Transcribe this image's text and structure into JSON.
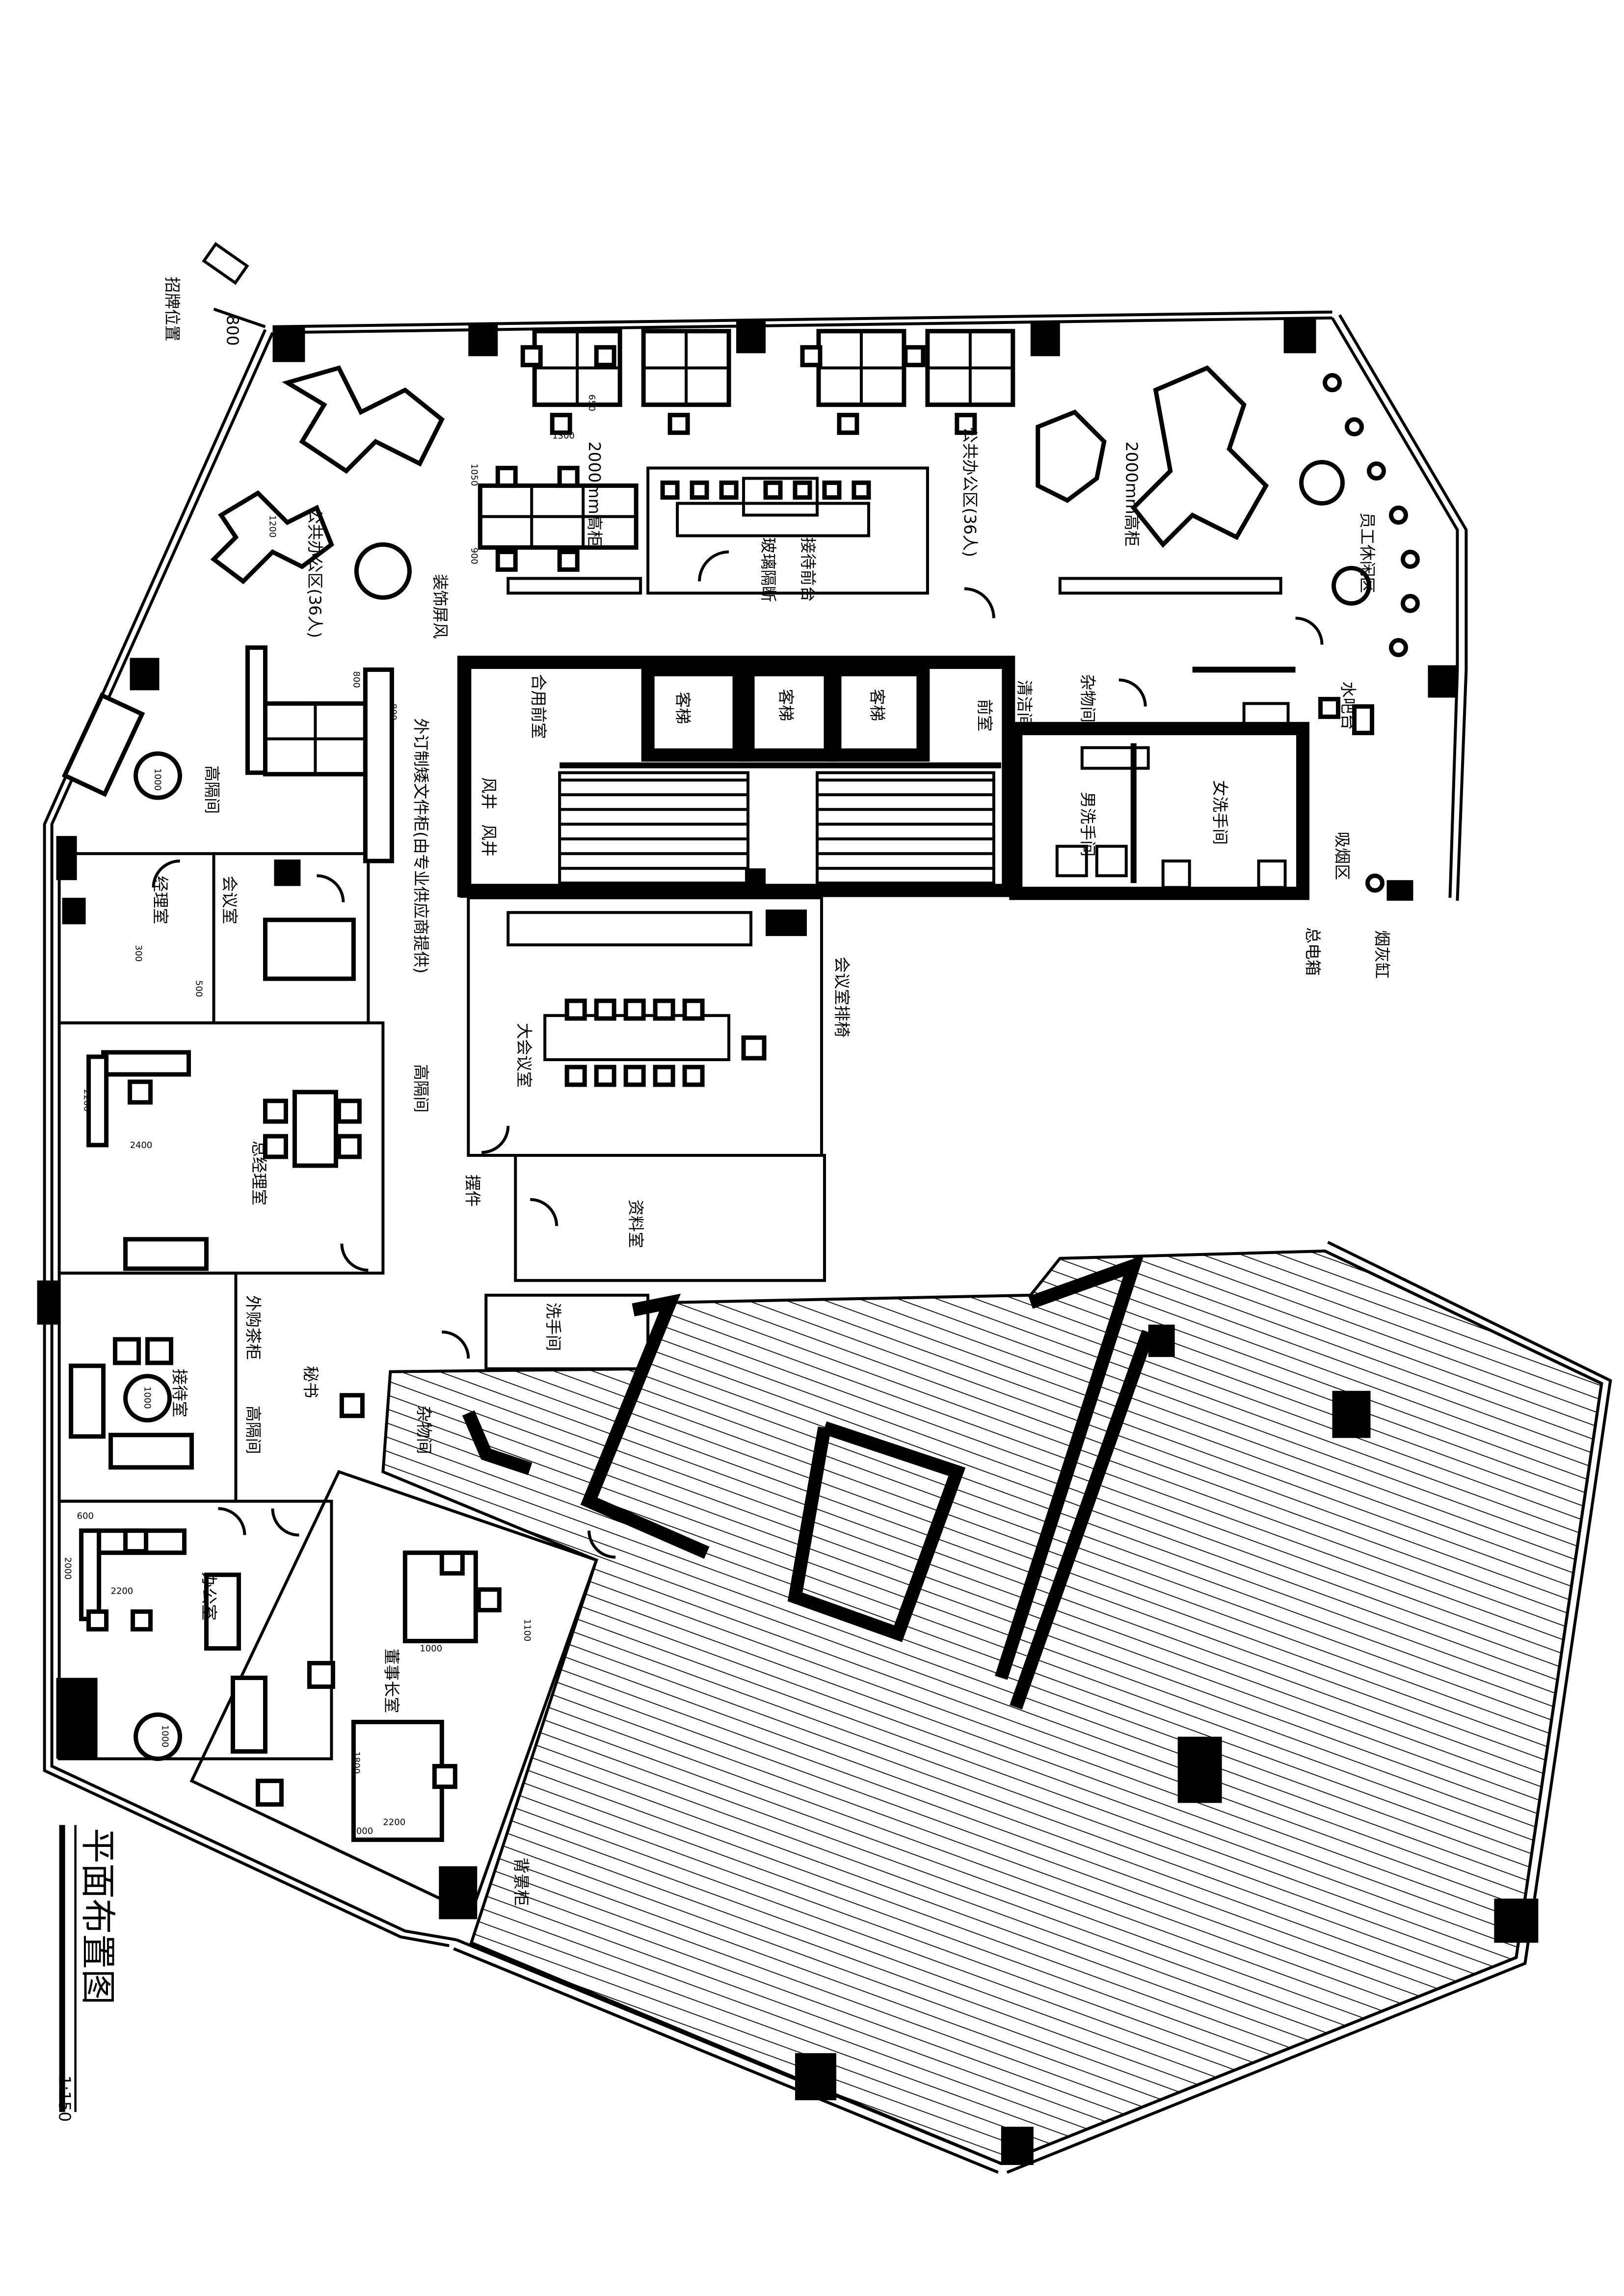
{
  "drawing": {
    "title": "平面布置图",
    "scale": "1:150"
  },
  "labels": {
    "sign_position": "招牌位置",
    "sign_dim": "800",
    "open_office_left": "公共办公区(36人)",
    "open_office_top": "公共办公区(36人)",
    "high_cabinet_left": "2000mm高柜",
    "high_cabinet_right": "2000mm高柜",
    "staff_rest": "员工休闲区",
    "reception_front": "接待前台",
    "glass_partition": "玻璃隔断",
    "decor_screen": "装饰屏风",
    "shared_lobby": "合用前室",
    "passenger_lift": "客梯",
    "front_room": "前室",
    "cleaning_room": "清洁间",
    "storage": "杂物间",
    "water_bar": "水吧台",
    "wind_shaft": "风井",
    "mens_wc": "男洗手间",
    "womens_wc": "女洗手间",
    "smoking_area": "吸烟区",
    "ashtray": "烟灰缸",
    "main_power": "总电箱",
    "custom_file_cabinet": "外订制矮文件柜(由专业供应商提供)",
    "high_partition": "高隔间",
    "manager_room": "经理室",
    "meeting_room": "会议室",
    "big_meeting_room": "大会议室",
    "meeting_row_chairs": "会议室排椅",
    "general_manager": "总经理室",
    "document_room": "资料室",
    "pantry_piece": "摆件",
    "wc_small": "洗手间",
    "reception_room": "接待室",
    "tea_cabinet": "外购茶柜",
    "secretary": "秘书",
    "storage2": "杂物间",
    "office": "办公室",
    "chairman": "董事长室",
    "back_cabinet": "背景柜"
  },
  "dimensions": {
    "d650": "650",
    "d1300": "1300",
    "d1200": "1200",
    "d1050": "1050",
    "d900": "900",
    "d800": "800",
    "d1000": "1000",
    "d500": "500",
    "d300": "300",
    "d2200": "2200",
    "d2400": "2400",
    "d600": "600",
    "d2000": "2000",
    "d1800": "1800",
    "d1100": "1100"
  }
}
